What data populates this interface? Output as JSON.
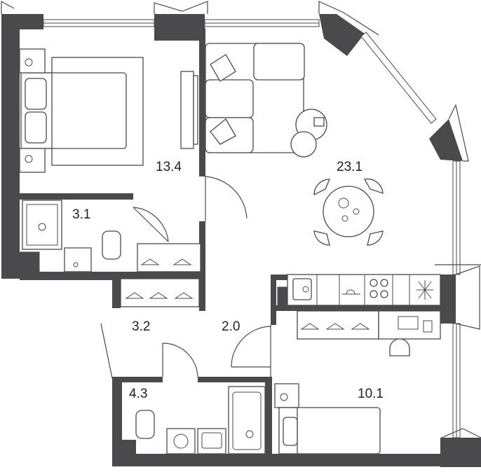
{
  "rooms": [
    {
      "id": "bedroom-main",
      "area": "13.4"
    },
    {
      "id": "living-kitchen",
      "area": "23.1"
    },
    {
      "id": "bathroom-upper",
      "area": "3.1"
    },
    {
      "id": "hallway",
      "area": "3.2"
    },
    {
      "id": "corridor",
      "area": "2.0"
    },
    {
      "id": "bathroom-lower",
      "area": "4.3"
    },
    {
      "id": "bedroom-small",
      "area": "10.1"
    }
  ],
  "colors": {
    "wall": "#4a4a4c",
    "line": "#4a4a4c",
    "background": "#ffffff"
  }
}
